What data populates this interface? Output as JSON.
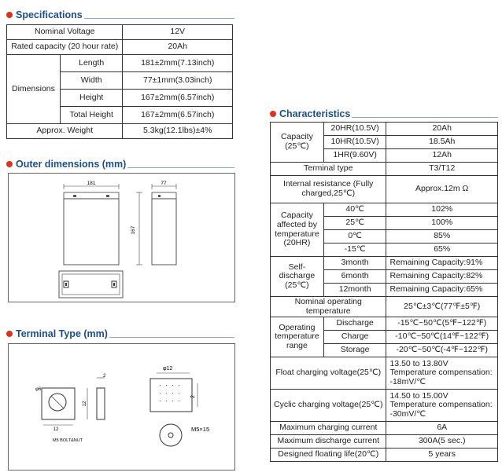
{
  "spec": {
    "title": "Specifications",
    "rows": {
      "nominal_voltage": {
        "label": "Nominal Voltage",
        "value": "12V"
      },
      "rated_capacity": {
        "label": "Rated capacity (20 hour rate)",
        "value": "20Ah"
      },
      "dimensions": {
        "label": "Dimensions",
        "length": {
          "label": "Length",
          "value": "181±2mm(7.13inch)"
        },
        "width": {
          "label": "Width",
          "value": "77±1mm(3.03inch)"
        },
        "height": {
          "label": "Height",
          "value": "167±2mm(6.57inch)"
        },
        "total_height": {
          "label": "Total Height",
          "value": "167±2mm(6.57inch)"
        }
      },
      "weight": {
        "label": "Approx. Weight",
        "value": "5.3kg(12.1lbs)±4%"
      }
    }
  },
  "outer": {
    "title": "Outer dimensions  (mm)",
    "length_label": "181",
    "width_label": "77",
    "height_label": "167"
  },
  "terminal": {
    "title": "Terminal Type (mm)",
    "hole_label": "φ6",
    "width_12": "12",
    "height_12": "12",
    "thickness_2": "2",
    "bolt_label": "M5  BOLT&NUT",
    "phi12": "φ12",
    "dim_2": "2",
    "m5_label": "M5×15"
  },
  "char": {
    "title": "Characteristics",
    "capacity": {
      "label": "Capacity (25℃)",
      "r20": {
        "cond": "20HR(10.5V)",
        "value": "20Ah"
      },
      "r10": {
        "cond": "10HR(10.5V)",
        "value": "18.5Ah"
      },
      "r1": {
        "cond": "1HR(9.60V)",
        "value": "12Ah"
      }
    },
    "terminal_type": {
      "label": "Terminal type",
      "value": "T3/T12"
    },
    "internal_resistance": {
      "label": "Internal resistance (Fully charged,25℃)",
      "value": "Approx.12m Ω"
    },
    "temp_capacity": {
      "label": "Capacity affected by temperature (20HR)",
      "t40": {
        "cond": "40℃",
        "value": "102%"
      },
      "t25": {
        "cond": "25℃",
        "value": "100%"
      },
      "t0": {
        "cond": "0℃",
        "value": "85%"
      },
      "tm15": {
        "cond": "-15℃",
        "value": "65%"
      }
    },
    "self_discharge": {
      "label": "Self-discharge (25℃)",
      "m3": {
        "cond": "3month",
        "value": "Remaining Capacity:91%"
      },
      "m6": {
        "cond": "6month",
        "value": "Remaining Capacity:82%"
      },
      "m12": {
        "cond": "12month",
        "value": "Remaining Capacity:65%"
      }
    },
    "nominal_temp": {
      "label": "Nominal operating temperature",
      "value": "25℃±3℃(77℉±5℉)"
    },
    "op_range": {
      "label": "Operating temperature range",
      "discharge": {
        "cond": "Discharge",
        "value": "-15℃~50℃(5℉~122℉)"
      },
      "charge": {
        "cond": "Charge",
        "value": "-10℃~50℃(14℉~122℉)"
      },
      "storage": {
        "cond": "Storage",
        "value": "-20℃~50℃(-4℉~122℉)"
      }
    },
    "float": {
      "label": "Float charging voltage(25℃)",
      "value": "13.50 to 13.80V Temperature compensation: -18mV/℃"
    },
    "cyclic": {
      "label": "Cyclic charging voltage(25℃)",
      "value": "14.50 to 15.00V Temperature compensation: -30mV/℃"
    },
    "max_charge": {
      "label": "Maximum charging current",
      "value": "6A"
    },
    "max_discharge": {
      "label": "Maximum discharge current",
      "value": "300A(5 sec.)"
    },
    "life": {
      "label": "Designed floating life(20℃)",
      "value": "5 years"
    }
  }
}
